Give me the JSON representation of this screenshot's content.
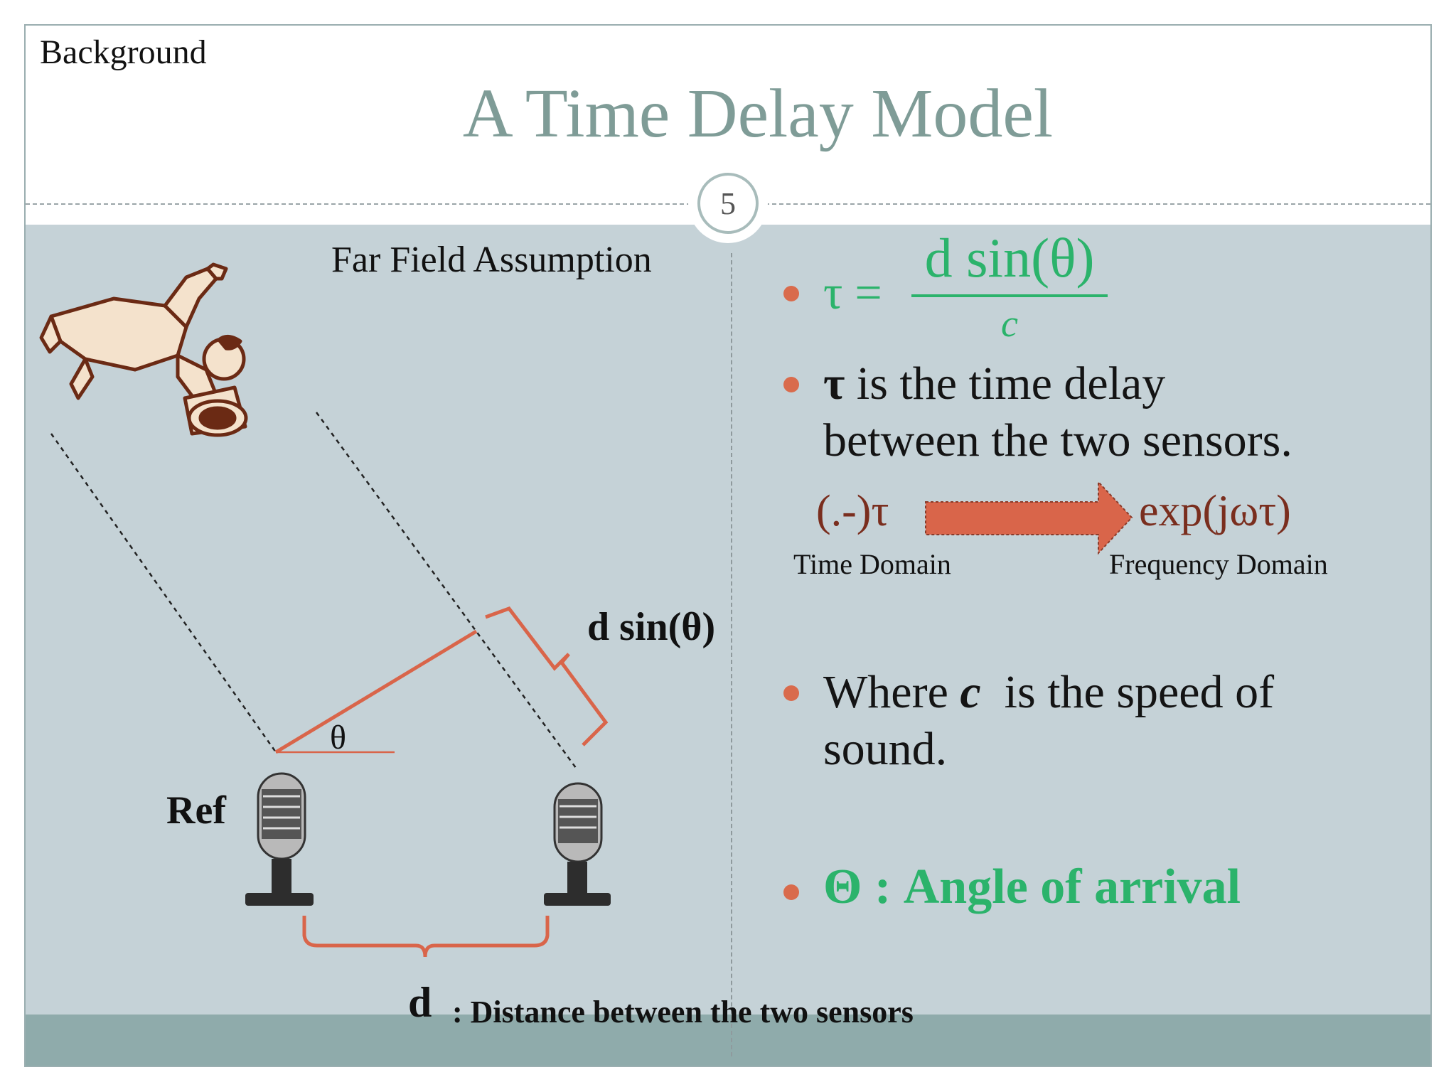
{
  "header": {
    "section": "Background",
    "title": "A Time Delay Model",
    "page_number": "5"
  },
  "diagram": {
    "far_field_label": "Far Field Assumption",
    "dsin_label": "d sin(θ)",
    "theta_label": "θ",
    "ref_label": "Ref",
    "d_label": "d",
    "d_caption": ": Distance between the two sensors"
  },
  "equation": {
    "tau": "τ =",
    "numerator": "d sin(θ)",
    "denominator": "c"
  },
  "bullets": {
    "b2_sym": "τ",
    "b2_line1": "is the time delay",
    "b2_line2": "between the two sensors.",
    "b3_where": "Where",
    "b3_c": "c",
    "b3_rest": "is the speed of",
    "b3_line2": "sound.",
    "b4_text": "Θ :  Angle of arrival"
  },
  "transform": {
    "left_expr": "(.-)τ",
    "right_expr": "exp(jωτ)",
    "left_caption": "Time Domain",
    "right_caption": "Frequency Domain"
  },
  "colors": {
    "title": "#7f9c97",
    "accent": "#d9654a",
    "green": "#2bb36b",
    "bg": "#c5d2d7",
    "brown": "#7a2e1e"
  }
}
